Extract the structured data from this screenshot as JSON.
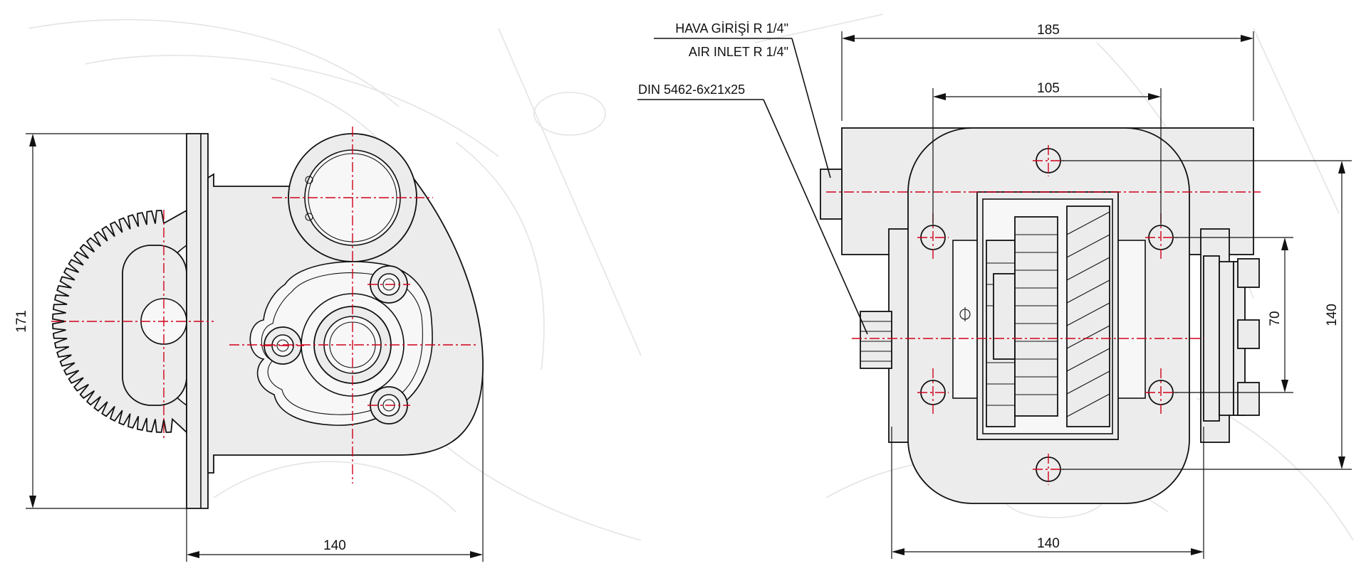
{
  "colors": {
    "centerline": "#d0021b",
    "part_fill": "#ececec",
    "line": "#111111",
    "background_sketch": "#e4e4e4"
  },
  "side_view": {
    "dim_height": "171",
    "dim_width": "140"
  },
  "front_view": {
    "dim_overall_width": "185",
    "dim_bolt_spacing_top": "105",
    "dim_bolt_vertical_inner": "70",
    "dim_bolt_vertical_outer": "140",
    "dim_flange_width": "140"
  },
  "labels": {
    "air_inlet_tr": "HAVA GİRİŞİ R 1/4\"",
    "air_inlet_en": "AIR INLET R 1/4\"",
    "shaft_spec": "DIN 5462-6x21x25"
  }
}
